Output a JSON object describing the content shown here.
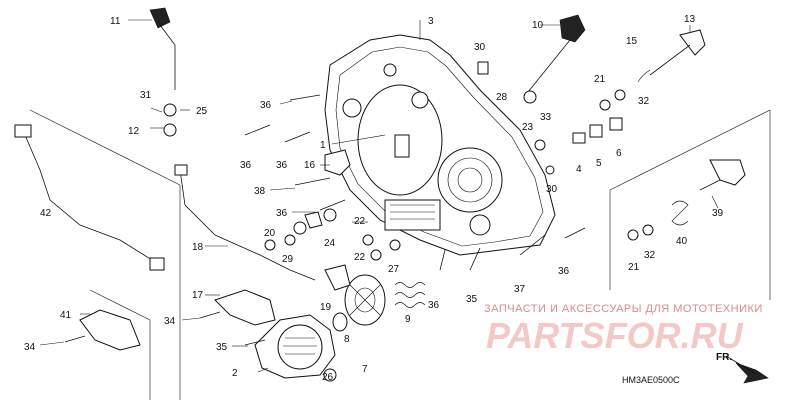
{
  "watermark": {
    "tagline": "ЗАПЧАСТИ И АКСЕССУАРЫ ДЛЯ МОТОТЕХНИКИ",
    "brand": "PARTSFOR.RU"
  },
  "diagram_code": "HM3AE0500C",
  "direction_label": "FR.",
  "callouts": [
    {
      "id": "c1",
      "text": "1"
    },
    {
      "id": "c2",
      "text": "2"
    },
    {
      "id": "c3",
      "text": "3"
    },
    {
      "id": "c4",
      "text": "4"
    },
    {
      "id": "c5",
      "text": "5"
    },
    {
      "id": "c6",
      "text": "6"
    },
    {
      "id": "c7",
      "text": "7"
    },
    {
      "id": "c8",
      "text": "8"
    },
    {
      "id": "c9",
      "text": "9"
    },
    {
      "id": "c10",
      "text": "10"
    },
    {
      "id": "c11",
      "text": "11"
    },
    {
      "id": "c12",
      "text": "12"
    },
    {
      "id": "c13",
      "text": "13"
    },
    {
      "id": "c15",
      "text": "15"
    },
    {
      "id": "c16",
      "text": "16"
    },
    {
      "id": "c17",
      "text": "17"
    },
    {
      "id": "c18",
      "text": "18"
    },
    {
      "id": "c19",
      "text": "19"
    },
    {
      "id": "c20",
      "text": "20"
    },
    {
      "id": "c21a",
      "text": "21"
    },
    {
      "id": "c21b",
      "text": "21"
    },
    {
      "id": "c22a",
      "text": "22"
    },
    {
      "id": "c22b",
      "text": "22"
    },
    {
      "id": "c23",
      "text": "23"
    },
    {
      "id": "c24",
      "text": "24"
    },
    {
      "id": "c25",
      "text": "25"
    },
    {
      "id": "c26",
      "text": "26"
    },
    {
      "id": "c27",
      "text": "27"
    },
    {
      "id": "c28",
      "text": "28"
    },
    {
      "id": "c29",
      "text": "29"
    },
    {
      "id": "c30a",
      "text": "30"
    },
    {
      "id": "c30b",
      "text": "30"
    },
    {
      "id": "c31",
      "text": "31"
    },
    {
      "id": "c32a",
      "text": "32"
    },
    {
      "id": "c32b",
      "text": "32"
    },
    {
      "id": "c33",
      "text": "33"
    },
    {
      "id": "c34a",
      "text": "34"
    },
    {
      "id": "c34b",
      "text": "34"
    },
    {
      "id": "c35a",
      "text": "35"
    },
    {
      "id": "c35b",
      "text": "35"
    },
    {
      "id": "c36a",
      "text": "36"
    },
    {
      "id": "c36b",
      "text": "36"
    },
    {
      "id": "c36c",
      "text": "36"
    },
    {
      "id": "c36d",
      "text": "36"
    },
    {
      "id": "c36e",
      "text": "36"
    },
    {
      "id": "c36f",
      "text": "36"
    },
    {
      "id": "c37",
      "text": "37"
    },
    {
      "id": "c38",
      "text": "38"
    },
    {
      "id": "c39",
      "text": "39"
    },
    {
      "id": "c40",
      "text": "40"
    },
    {
      "id": "c41",
      "text": "41"
    },
    {
      "id": "c42",
      "text": "42"
    }
  ]
}
